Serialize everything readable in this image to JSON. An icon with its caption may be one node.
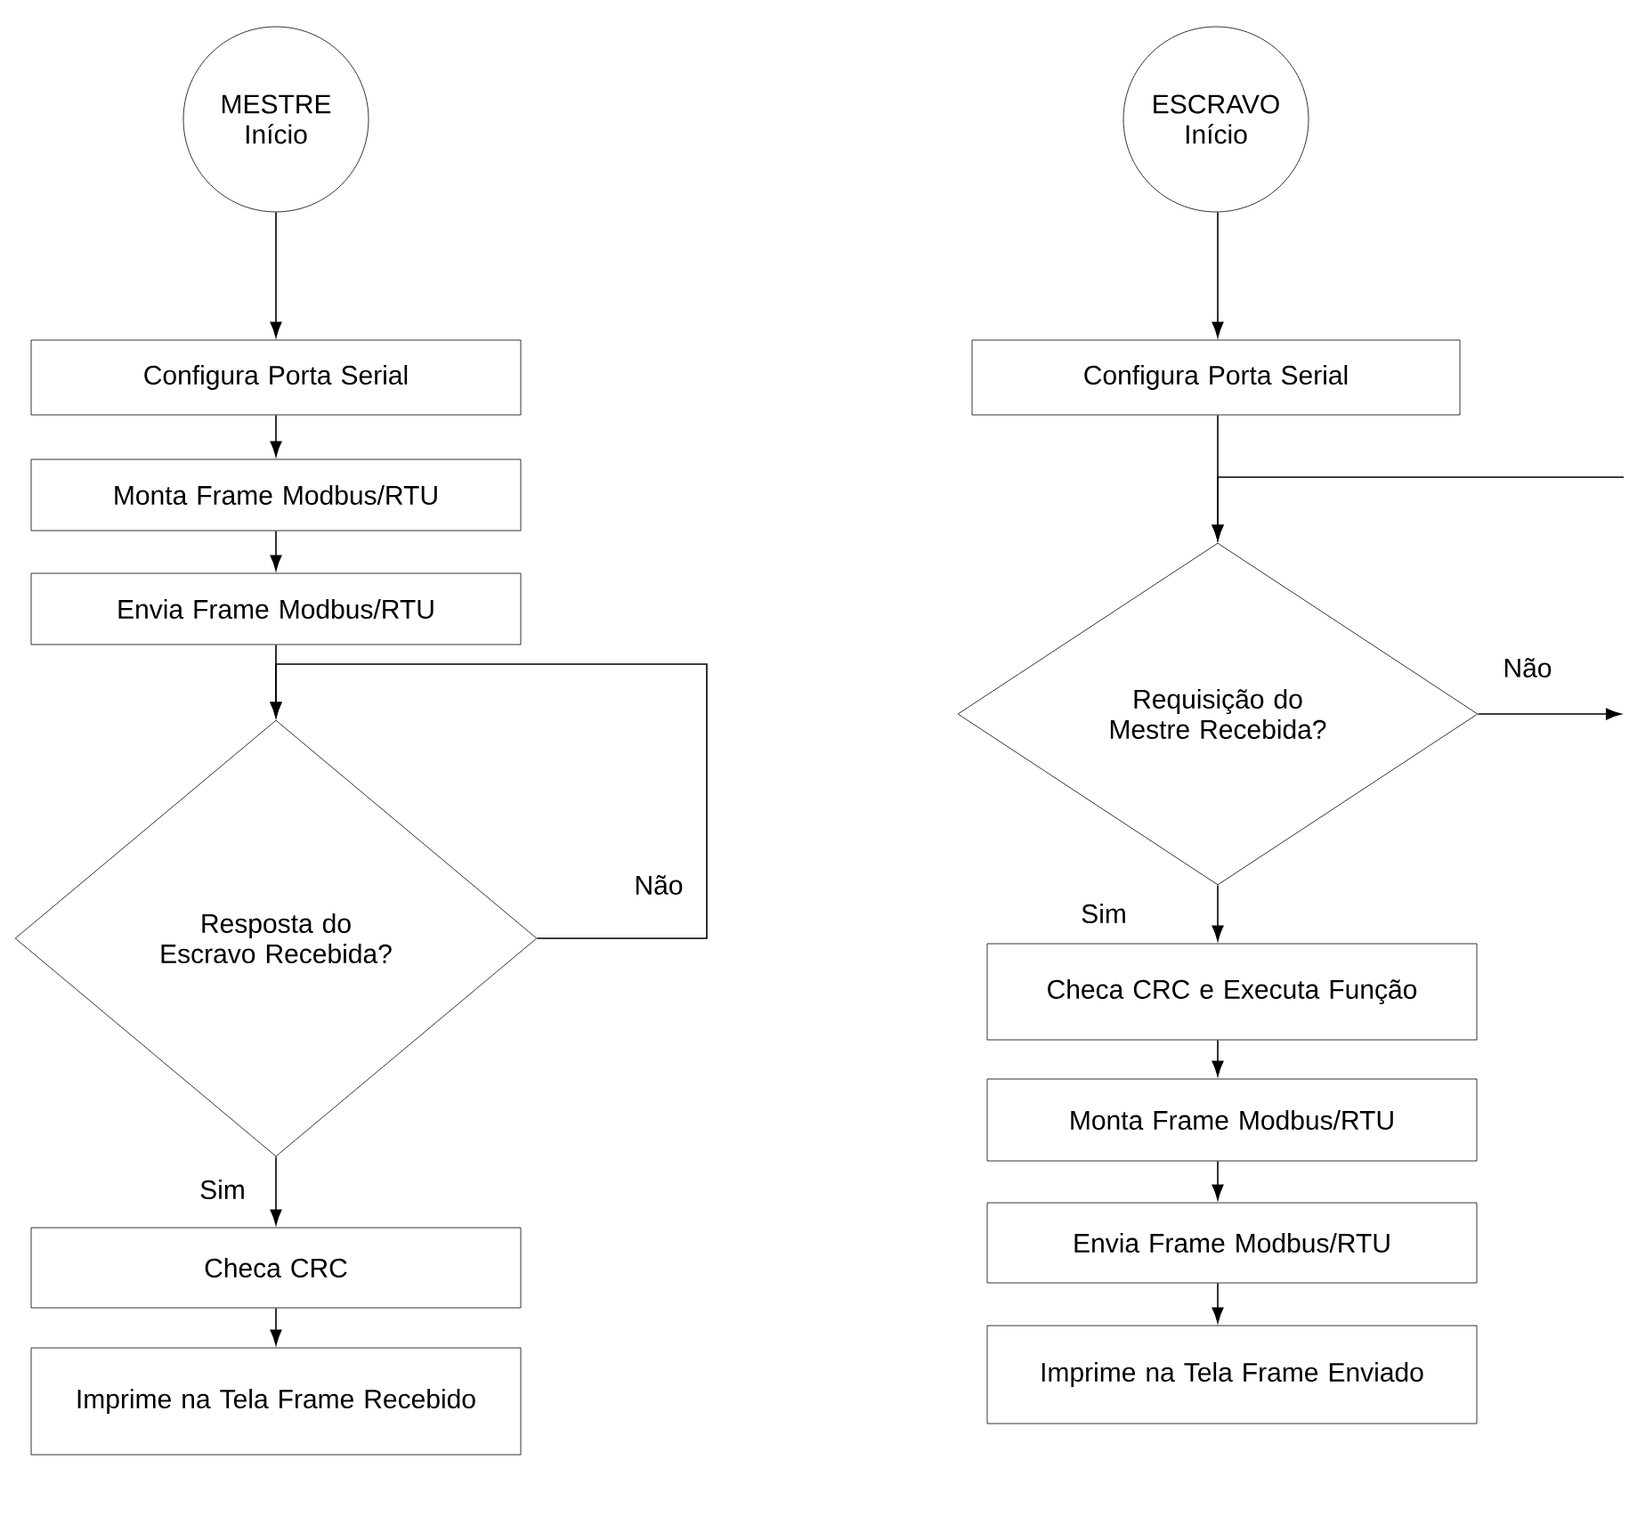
{
  "diagram": {
    "nodes": [
      {
        "text": [
          "MESTRE Início"
        ]
      },
      {
        "text": [
          "Configura Porta Serial"
        ]
      },
      {
        "text": [
          "Monta Frame Modbus/RTU"
        ]
      },
      {
        "text": [
          "Envia Frame Modbus/RTU"
        ]
      },
      {
        "text": [
          "Resposta do Escravo Recebida?"
        ]
      },
      {
        "text": [
          "Checa CRC"
        ]
      },
      {
        "text": [
          "Imprime na Tela Frame Recebido"
        ]
      },
      {
        "text": [
          "ESCRAVO Início"
        ]
      },
      {
        "text": [
          "Configura Porta Serial"
        ]
      },
      {
        "text": [
          "Requisição do Mestre Recebida?"
        ]
      },
      {
        "text": [
          "Checa CRC e Executa Função"
        ]
      },
      {
        "text": [
          "Monta Frame Modbus/RTU"
        ]
      },
      {
        "text": [
          "Envia Frame Modbus/RTU"
        ]
      },
      {
        "text": [
          "Imprime na Tela Frame Enviado"
        ]
      }
    ],
    "edges": [
      {
        "from": 0,
        "to": 1,
        "arrow": "to"
      },
      {
        "from": 1,
        "to": 2,
        "arrow": "to"
      },
      {
        "from": 2,
        "to": 3,
        "arrow": "to"
      },
      {
        "from": 3,
        "to": 4,
        "arrow": "to"
      },
      {
        "from": 4,
        "to": 4,
        "arrow": "to",
        "label": "Não"
      },
      {
        "from": 4,
        "to": 5,
        "arrow": "to",
        "label": "Sim"
      },
      {
        "from": 5,
        "to": 6,
        "arrow": "to"
      },
      {
        "from": 7,
        "to": 8,
        "arrow": "to"
      },
      {
        "from": 8,
        "to": 9,
        "arrow": "to"
      },
      {
        "from": 9,
        "to": null,
        "arrow": "to",
        "label": "Não"
      },
      {
        "from": null,
        "to": 9,
        "arrow": "to"
      },
      {
        "from": 9,
        "to": 10,
        "arrow": "to",
        "label": "Sim"
      },
      {
        "from": 10,
        "to": 11,
        "arrow": "to"
      },
      {
        "from": 11,
        "to": 12,
        "arrow": "to"
      },
      {
        "from": 12,
        "to": 13,
        "arrow": "to"
      }
    ]
  }
}
